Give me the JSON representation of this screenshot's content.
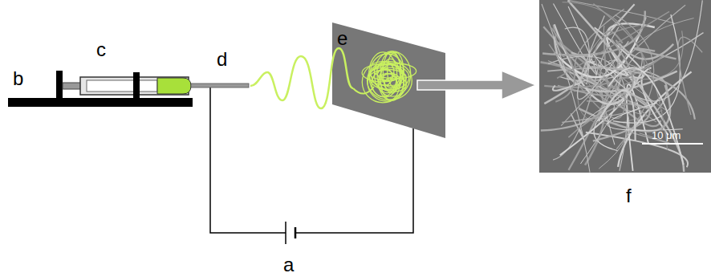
{
  "diagram": {
    "labels": [
      "b",
      "c",
      "d",
      "e",
      "10 μm",
      "a",
      "f"
    ]
  }
}
